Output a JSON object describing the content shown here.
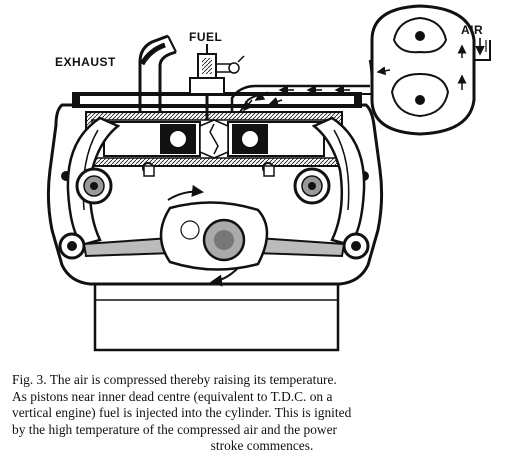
{
  "labels": {
    "exhaust": "EXHAUST",
    "fuel": "FUEL",
    "air": "AIR"
  },
  "caption": {
    "lines": [
      "Fig. 3.  The air is compressed thereby raising its temperature.",
      "As pistons near inner dead centre (equivalent to T.D.C. on a",
      "vertical engine) fuel is injected into the cylinder. This is ignited",
      "by the high temperature of the compressed air and the power",
      "stroke commences."
    ]
  },
  "colors": {
    "ink": "#111111",
    "paper": "#ffffff",
    "grey": "#9a9a9a"
  }
}
